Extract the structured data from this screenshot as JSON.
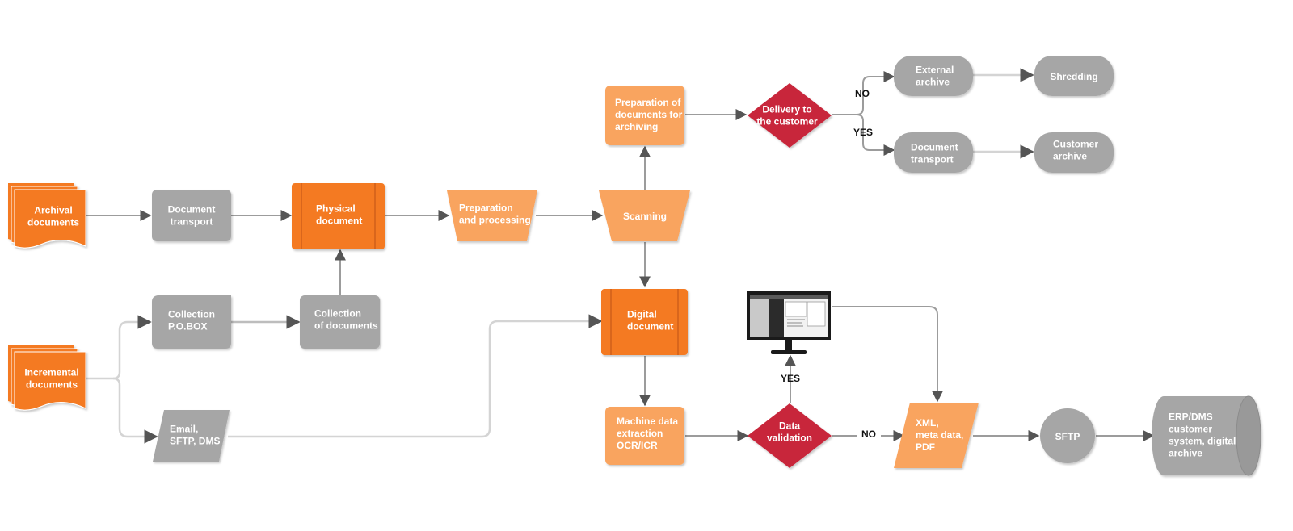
{
  "colors": {
    "orange_dark": "#f47a20",
    "orange_light": "#f9a45f",
    "gray": "#a6a6a6",
    "gray_dark": "#999999",
    "red": "#c8283b",
    "connector": "#9c9c9c"
  },
  "nodes": {
    "archival_documents": [
      "Archival",
      "documents"
    ],
    "incremental_documents": [
      "Incremental",
      "documents"
    ],
    "document_transport_1": [
      "Document",
      "transport"
    ],
    "collection_pobox": [
      "Collection",
      "P.O.BOX"
    ],
    "email_sftp_dms": [
      "Email,",
      "SFTP, DMS"
    ],
    "physical_document": [
      "Physical",
      "document"
    ],
    "collection_of_documents": [
      "Collection",
      "of documents"
    ],
    "preparation_processing": [
      "Preparation",
      "and processing"
    ],
    "scanning": [
      "Scanning"
    ],
    "preparation_archiving": [
      "Preparation of",
      "documents for",
      "archiving"
    ],
    "delivery_to_customer": [
      "Delivery to",
      "the customer"
    ],
    "external_archive": [
      "External",
      "archive"
    ],
    "shredding": [
      "Shredding"
    ],
    "document_transport_2": [
      "Document",
      "transport"
    ],
    "customer_archive": [
      "Customer",
      "archive"
    ],
    "digital_document": [
      "Digital",
      "document"
    ],
    "machine_data_extraction": [
      "Machine data",
      "extraction",
      "OCR/ICR"
    ],
    "data_validation": [
      "Data",
      "validation"
    ],
    "xml_meta_pdf": [
      "XML,",
      "meta data,",
      "PDF"
    ],
    "sftp": [
      "SFTP"
    ],
    "erp_dms": [
      "ERP/DMS",
      "customer",
      "system, digital",
      "archive"
    ]
  },
  "edge_labels": {
    "delivery_no": "NO",
    "delivery_yes": "YES",
    "validation_yes": "YES",
    "validation_no": "NO"
  },
  "icons": {
    "monitor": "monitor-icon"
  }
}
